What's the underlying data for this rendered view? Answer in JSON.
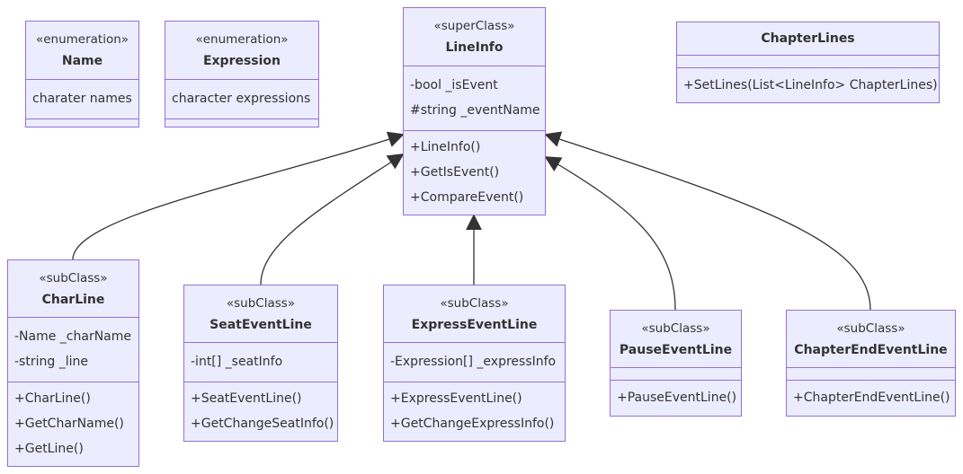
{
  "colors": {
    "fill": "#ececff",
    "stroke": "#9370db",
    "edge": "#333333",
    "text": "#333333"
  },
  "classes": {
    "name": {
      "stereotype": "«enumeration»",
      "name": "Name",
      "attributes": [
        "charater names"
      ],
      "methods": []
    },
    "expression": {
      "stereotype": "«enumeration»",
      "name": "Expression",
      "attributes": [
        "character expressions"
      ],
      "methods": []
    },
    "lineinfo": {
      "stereotype": "«superClass»",
      "name": "LineInfo",
      "attributes": [
        "-bool _isEvent",
        "#string _eventName"
      ],
      "methods": [
        "+LineInfo()",
        "+GetIsEvent()",
        "+CompareEvent()"
      ]
    },
    "chapterlines": {
      "stereotype": "",
      "name": "ChapterLines",
      "attributes": [],
      "methods": [
        "+SetLines(List<LineInfo> ChapterLines)"
      ]
    },
    "charline": {
      "stereotype": "«subClass»",
      "name": "CharLine",
      "attributes": [
        "-Name _charName",
        "-string _line"
      ],
      "methods": [
        "+CharLine()",
        "+GetCharName()",
        "+GetLine()"
      ]
    },
    "seateventline": {
      "stereotype": "«subClass»",
      "name": "SeatEventLine",
      "attributes": [
        "-int[] _seatInfo"
      ],
      "methods": [
        "+SeatEventLine()",
        "+GetChangeSeatInfo()"
      ]
    },
    "expresseventline": {
      "stereotype": "«subClass»",
      "name": "ExpressEventLine",
      "attributes": [
        "-Expression[] _expressInfo"
      ],
      "methods": [
        "+ExpressEventLine()",
        "+GetChangeExpressInfo()"
      ]
    },
    "pauseeventline": {
      "stereotype": "«subClass»",
      "name": "PauseEventLine",
      "attributes": [],
      "methods": [
        "+PauseEventLine()"
      ]
    },
    "chapterendeventline": {
      "stereotype": "«subClass»",
      "name": "ChapterEndEventLine",
      "attributes": [],
      "methods": [
        "+ChapterEndEventLine()"
      ]
    }
  },
  "inheritance": [
    {
      "from": "CharLine",
      "to": "LineInfo"
    },
    {
      "from": "SeatEventLine",
      "to": "LineInfo"
    },
    {
      "from": "ExpressEventLine",
      "to": "LineInfo"
    },
    {
      "from": "PauseEventLine",
      "to": "LineInfo"
    },
    {
      "from": "ChapterEndEventLine",
      "to": "LineInfo"
    }
  ]
}
